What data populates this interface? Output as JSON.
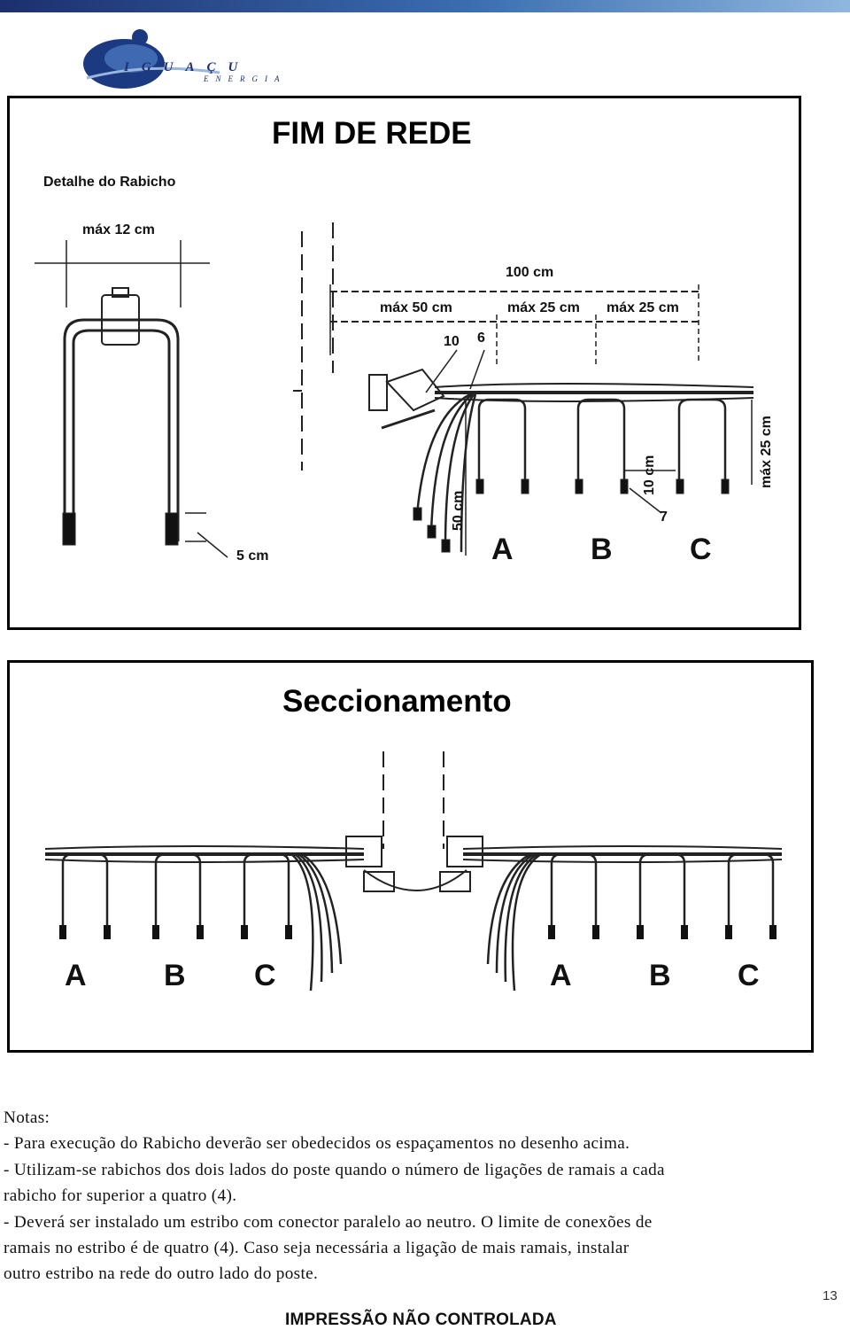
{
  "header": {
    "logo_brand": "IGUAÇU",
    "logo_sub": "ENERGIA"
  },
  "figure1": {
    "title": "FIM DE REDE",
    "detail_title": "Detalhe do Rabicho",
    "max12": "máx 12 cm",
    "d100": "100 cm",
    "max50": "máx 50 cm",
    "max25a": "máx 25 cm",
    "max25b": "máx 25 cm",
    "n10": "10",
    "n6": "6",
    "d50": "50 cm",
    "d10": "10 cm",
    "max25v": "máx 25 cm",
    "n7": "7",
    "d5": "5 cm",
    "phases": [
      "A",
      "B",
      "C"
    ]
  },
  "figure2": {
    "title": "Seccionamento",
    "phases_left": [
      "A",
      "B",
      "C"
    ],
    "phases_right": [
      "A",
      "B",
      "C"
    ]
  },
  "notes": {
    "heading": "Notas:",
    "lines": [
      "- Para execução do Rabicho deverão ser obedecidos os espaçamentos no desenho acima.",
      "- Utilizam-se rabichos dos dois lados do poste quando o número de ligações de ramais a cada",
      "rabicho for superior a quatro (4).",
      "- Deverá ser instalado um estribo com conector paralelo ao neutro. O limite de conexões de",
      "ramais no estribo é de quatro (4). Caso seja necessária a ligação de mais ramais, instalar",
      "outro estribo na rede do outro lado do poste."
    ]
  },
  "page_number": "13",
  "footer": "IMPRESSÃO NÃO CONTROLADA"
}
